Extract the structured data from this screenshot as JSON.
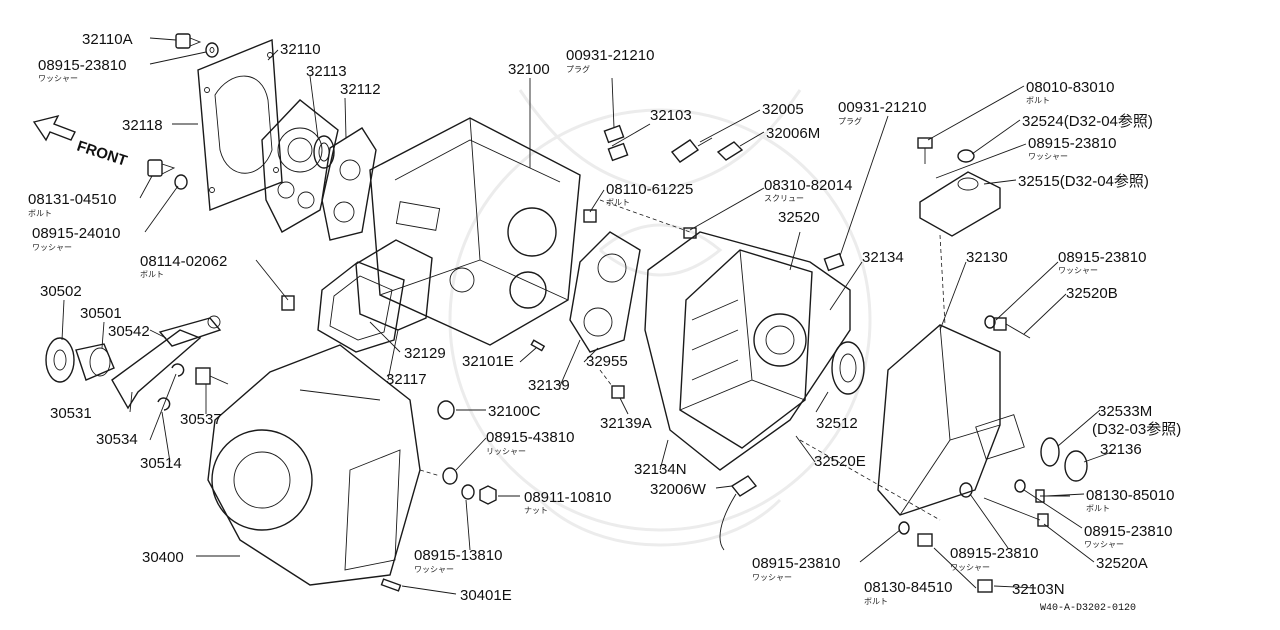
{
  "labels": {
    "l32110a": "32110A",
    "l08915_23810_a": "08915-23810",
    "l32110": "32110",
    "l32113": "32113",
    "l32112": "32112",
    "l32118": "32118",
    "l08131_04510": "08131-04510",
    "l08915_24010": "08915-24010",
    "l32100": "32100",
    "l00931_21210_a": "00931-21210",
    "l32103": "32103",
    "l32005": "32005",
    "l32006m": "32006M",
    "l00931_21210_b": "00931-21210",
    "l08010_83010": "08010-83010",
    "l32524": "32524(D32-04参照)",
    "l08915_23810_b": "08915-23810",
    "l32515": "32515(D32-04参照)",
    "l08110_61225": "08110-61225",
    "l08310_82014": "08310-82014",
    "l32520": "32520",
    "l08114_02062": "08114-02062",
    "l32134": "32134",
    "l32130": "32130",
    "l08915_23810_c": "08915-23810",
    "l32520b": "32520B",
    "l30502": "30502",
    "l30501": "30501",
    "l30542": "30542",
    "l32129": "32129",
    "l32117": "32117",
    "l32101e": "32101E",
    "l32955": "32955",
    "l32139": "32139",
    "l32139a": "32139A",
    "l32512": "32512",
    "l32533m": "32533M",
    "l32533m_ref": "(D32-03参照)",
    "l32136": "32136",
    "l30531": "30531",
    "l30534": "30534",
    "l30537": "30537",
    "l30514": "30514",
    "l32100c": "32100C",
    "l08915_43810": "08915-43810",
    "l32134n": "32134N",
    "l32520e": "32520E",
    "l32006w": "32006W",
    "l08911_10810": "08911-10810",
    "l08130_85010": "08130-85010",
    "l08915_23810_d": "08915-23810",
    "l08915_13810": "08915-13810",
    "l30400": "30400",
    "l08915_23810_e": "08915-23810",
    "l08915_23810_f": "08915-23810",
    "l32520a": "32520A",
    "l08130_84510": "08130-84510",
    "l32103n": "32103N",
    "l30401e": "30401E"
  },
  "subs": {
    "washer_1": "ワッシャー",
    "bolt_1": "ボルト",
    "washer_2": "ワッシャー",
    "plug_1": "プラグ",
    "plug_2": "プラグ",
    "bolt_2": "ボルト",
    "washer_3": "ワッシャー",
    "bolt_3": "ボルト",
    "screw_1": "スクリュー",
    "bolt_4": "ボルト",
    "washer_4": "ワッシャー",
    "washer_5": "リッシャー",
    "nut_1": "ナット",
    "bolt_5": "ボルト",
    "washer_6": "ワッシャー",
    "washer_7": "ワッシャー",
    "washer_8": "ワッシャー",
    "washer_9": "ワッシャー",
    "bolt_6": "ボルト"
  },
  "front_label": "FRONT",
  "drawing_code": "W40-A-D3202-0120"
}
